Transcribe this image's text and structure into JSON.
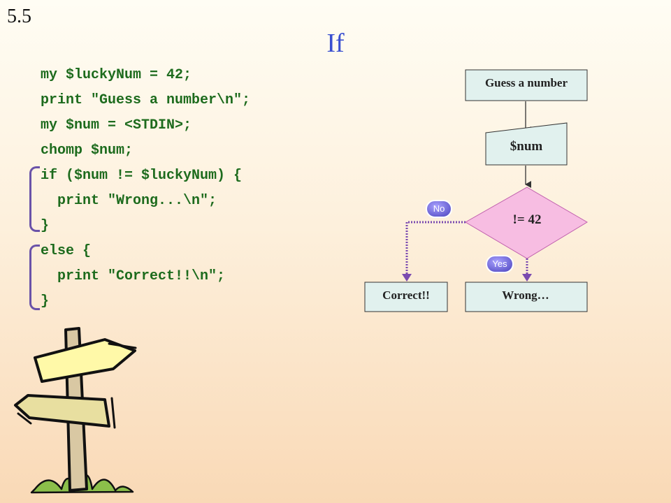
{
  "slide": {
    "number": "5.5",
    "title": "If"
  },
  "code": {
    "lines": [
      "my $luckyNum = 42;",
      "print \"Guess a number\\n\";",
      "my $num = <STDIN>;",
      "chomp $num;",
      "if ($num != $luckyNum) {",
      "  print \"Wrong...\\n\";",
      "}",
      "else {",
      "  print \"Correct!!\\n\";",
      "}"
    ]
  },
  "flowchart": {
    "prompt_box": "Guess a number",
    "input_box": "$num",
    "decision": "!= 42",
    "no_label": "No",
    "yes_label": "Yes",
    "correct_box": "Correct!!",
    "wrong_box": "Wrong…"
  },
  "colors": {
    "title": "#3a4fd0",
    "code_text": "#1d6b1d",
    "bracket": "#6a52a8",
    "box_fill": "#e1f1ee",
    "decision_fill": "#f7bde2",
    "decision_stroke": "#c060ad",
    "arrow_dotted": "#7a4ab0",
    "badge": "#6a62d8"
  },
  "icons": {
    "signpost": "wooden-signpost-illustration"
  }
}
